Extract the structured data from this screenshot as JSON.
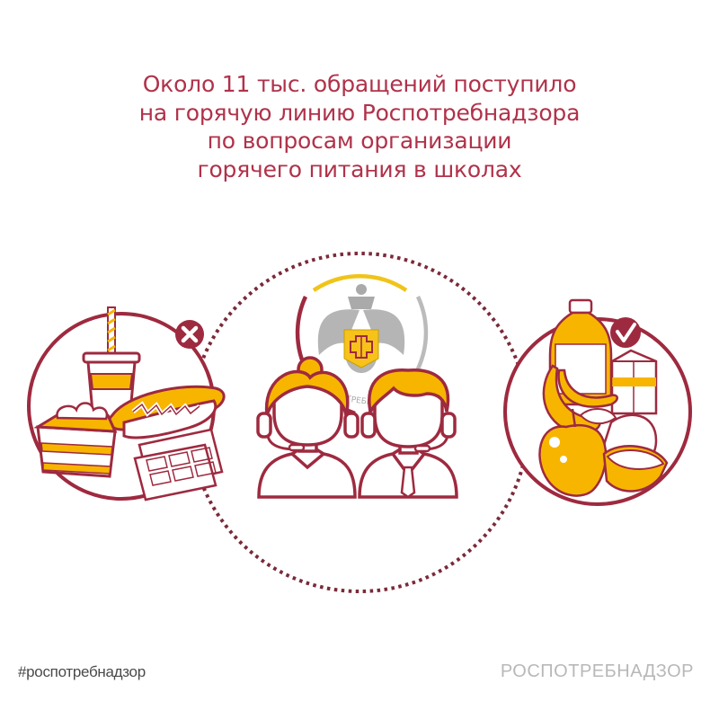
{
  "headline": {
    "lines": [
      "Около 11 тыс. обращений поступило",
      "на горячую линию Роспотребнадзора",
      "по вопросам организации",
      "горячего питания в школах"
    ]
  },
  "illustration": {
    "left_panel": {
      "label": "unhealthy-food",
      "badge": "cross-icon",
      "items": [
        "soda-cup",
        "cake-slice",
        "hot-dog",
        "chocolate-bar"
      ]
    },
    "center_panel": {
      "label": "hotline-operators",
      "emblem_text": "РОСПОТРЕБНАДЗОР",
      "items": [
        "female-operator",
        "male-operator",
        "rospotrebnadzor-emblem"
      ]
    },
    "right_panel": {
      "label": "healthy-food",
      "badge": "check-icon",
      "items": [
        "juice-bottle",
        "milk-carton",
        "bananas",
        "apples"
      ]
    }
  },
  "footer": {
    "hashtag": "#роспотребнадзор",
    "brand": "РОСПОТРЕБНАДЗОР"
  },
  "colors": {
    "primary": "#9e2a3f",
    "headline": "#b0324a",
    "accent": "#f7b500",
    "gray": "#b8b8b8"
  }
}
